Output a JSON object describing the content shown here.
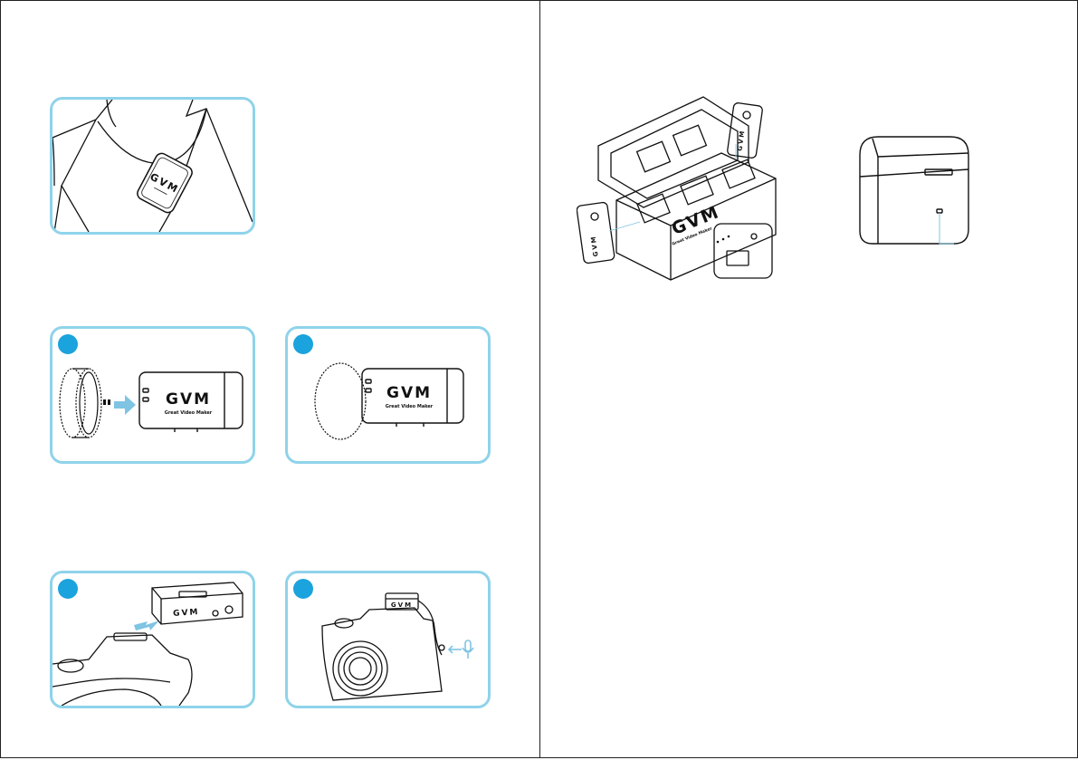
{
  "brand": {
    "logo": "GVM",
    "tagline": "Great Video Maker"
  },
  "colors": {
    "panel_border": "#8fd3ea",
    "step_badge": "#1ba3dd",
    "arrow": "#7fc4e2",
    "line_art": "#111111"
  },
  "left_page": {
    "figures": [
      {
        "id": "clip-on-shirt",
        "step_badge": false
      },
      {
        "id": "attach-windscreen",
        "step_badge": true
      },
      {
        "id": "windscreen-attached",
        "step_badge": true
      },
      {
        "id": "mount-receiver-hotshoe",
        "step_badge": true
      },
      {
        "id": "connect-camera-mic",
        "step_badge": true
      }
    ]
  },
  "right_page": {
    "figures": [
      {
        "id": "charging-case-open"
      },
      {
        "id": "charging-case-closed"
      }
    ]
  },
  "icons": [
    "arrow-right-icon",
    "arrow-left-icon",
    "microphone-icon"
  ]
}
